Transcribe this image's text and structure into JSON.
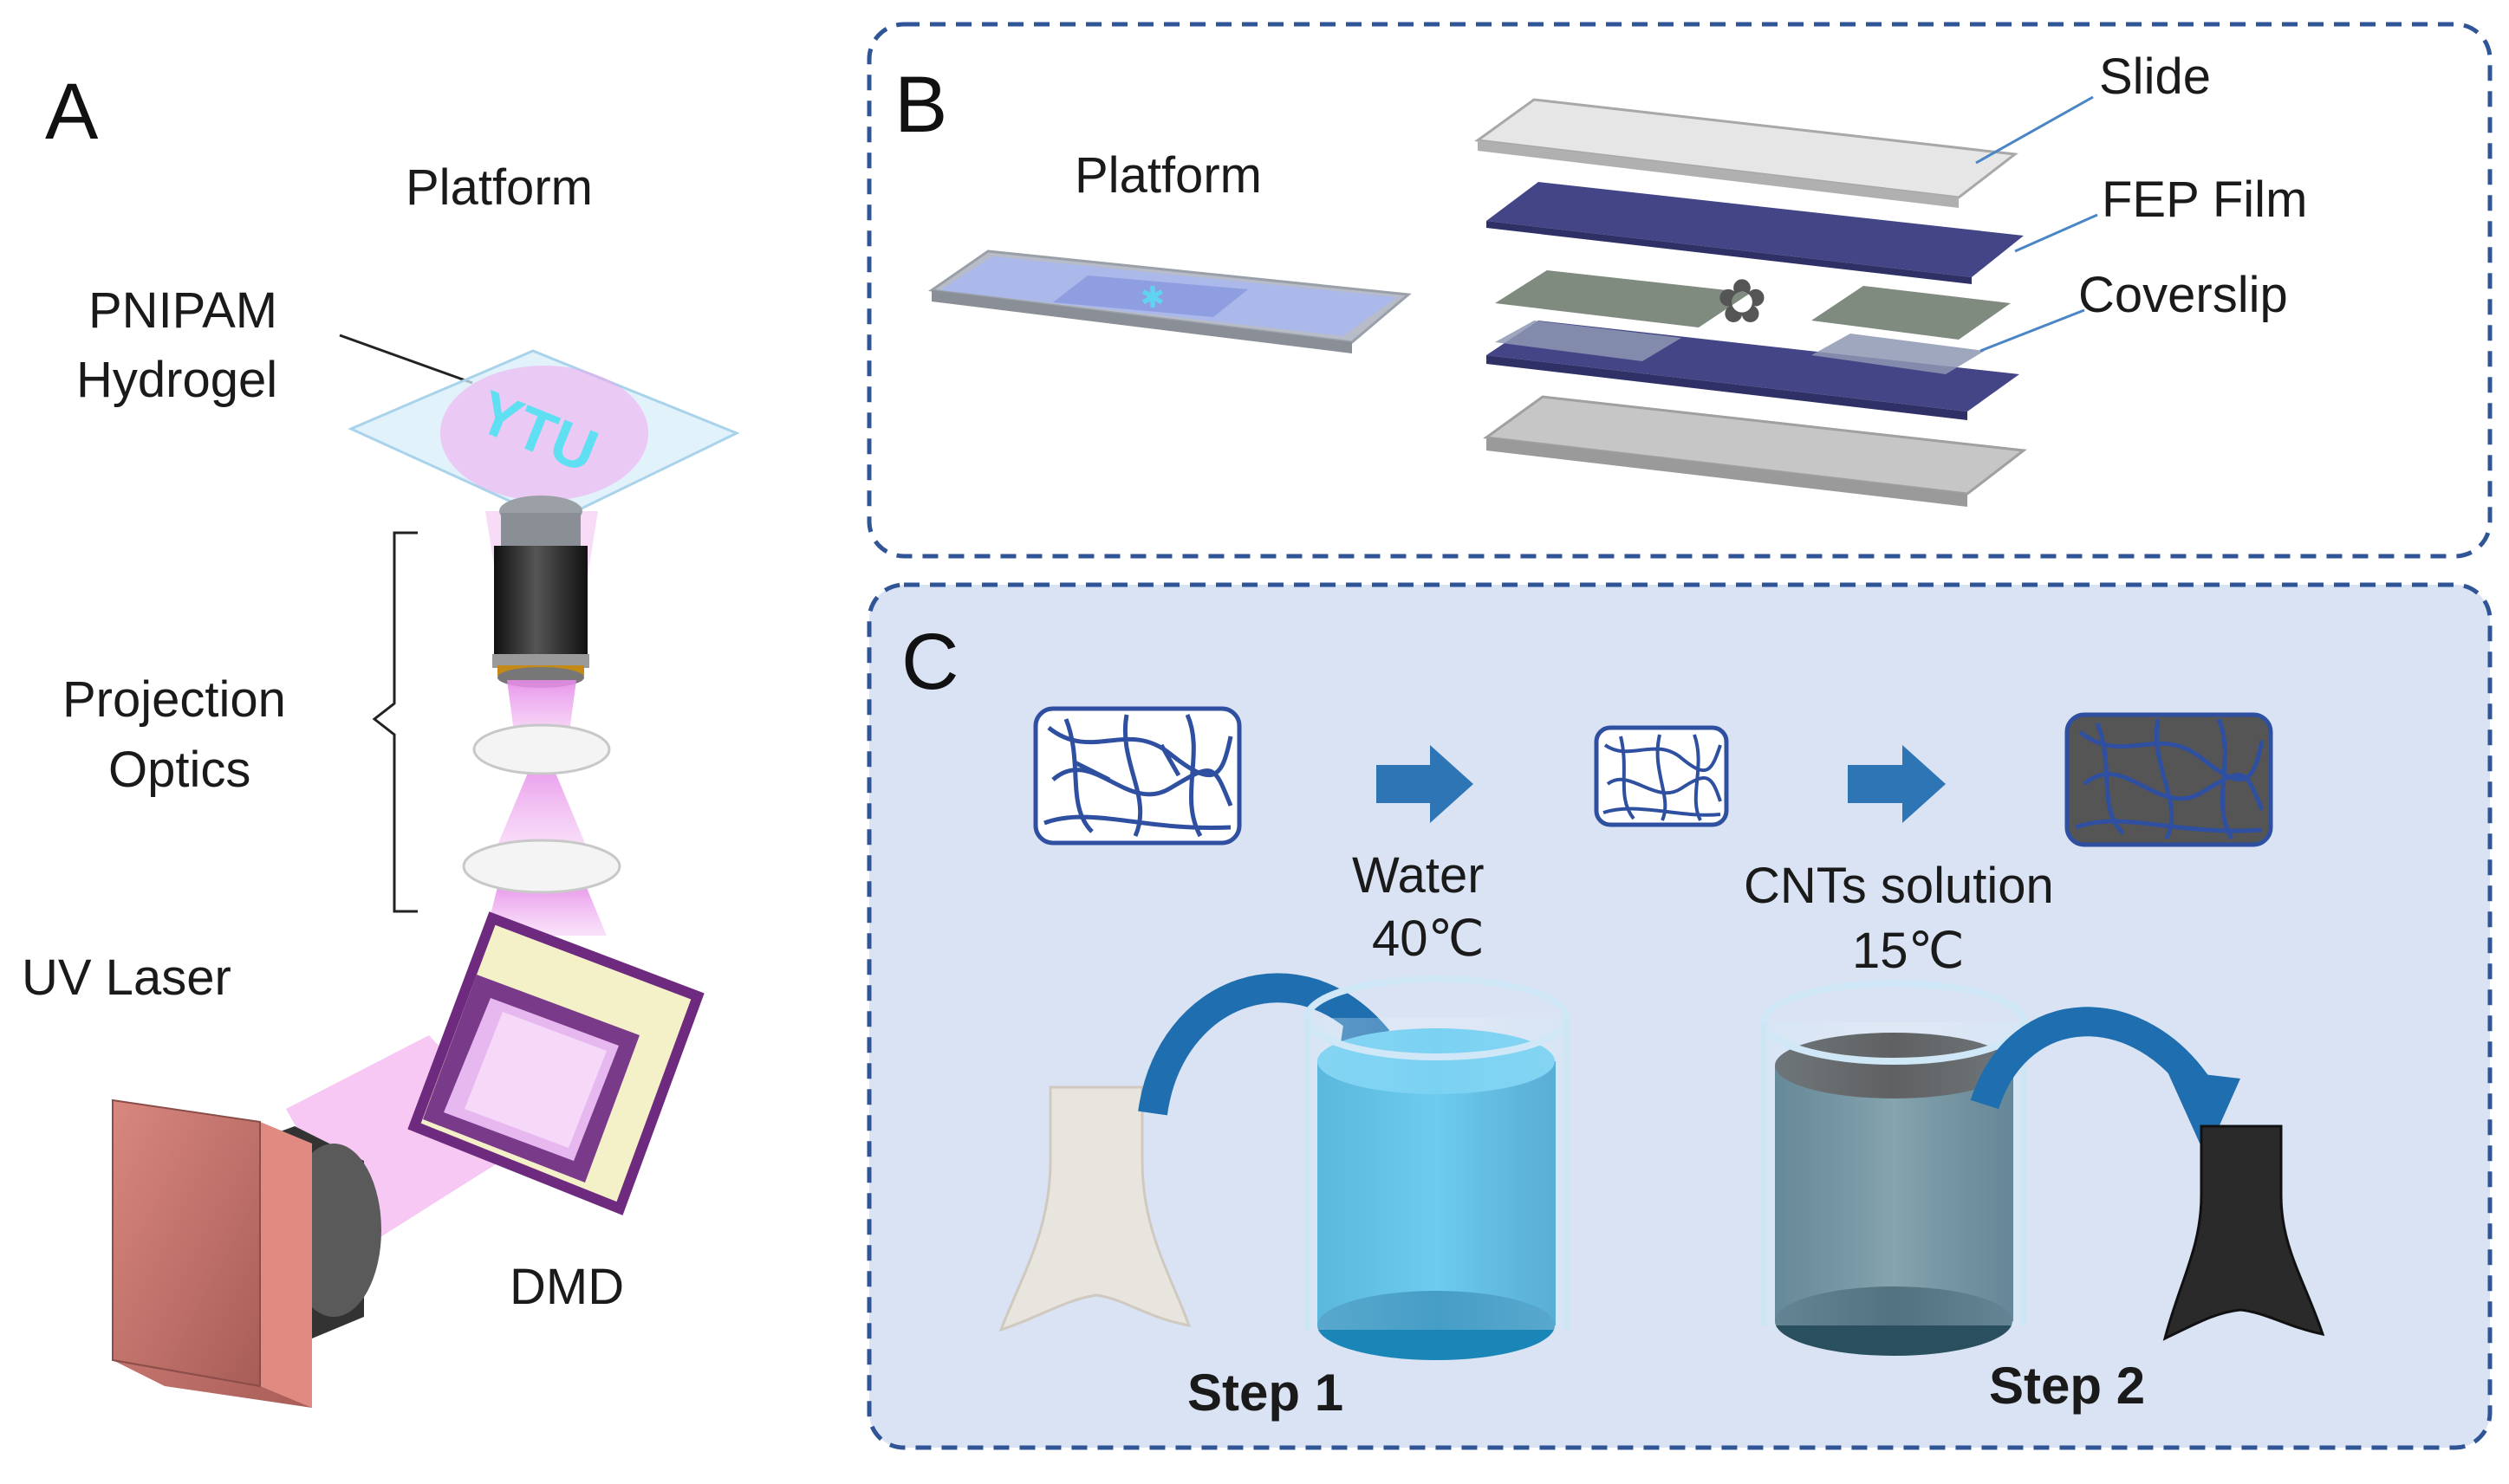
{
  "panels": {
    "a": "A",
    "b": "B",
    "c": "C"
  },
  "panel_a": {
    "platform": "Platform",
    "hydrogel_line1": "PNIPAM",
    "hydrogel_line2": "Hydrogel",
    "hydrogel_pattern": "YTU",
    "optics_line1": "Projection",
    "optics_line2": "Optics",
    "laser": "UV Laser",
    "dmd": "DMD"
  },
  "panel_b": {
    "platform": "Platform",
    "slide": "Slide",
    "fep_film": "FEP Film",
    "coverslip": "Coverslip"
  },
  "panel_c": {
    "water_line1": "Water",
    "water_line2": "40℃",
    "cnts_line1": "CNTs solution",
    "cnts_line2": "15℃",
    "step1": "Step 1",
    "step2": "Step 2"
  },
  "colors": {
    "panel_border": "#2f5597",
    "panel_c_fill": "#dae3f3",
    "arrow_blue": "#2e75b6",
    "network_blue": "#2f4fa0",
    "fep_purple": "#434586",
    "coverslip_green": "#7f8b7f",
    "uv_pink": "#f0a8f0",
    "laser_red": "#c8766f",
    "water_cyan": "#29a9d8",
    "cnts_dark": "#3f6272"
  }
}
